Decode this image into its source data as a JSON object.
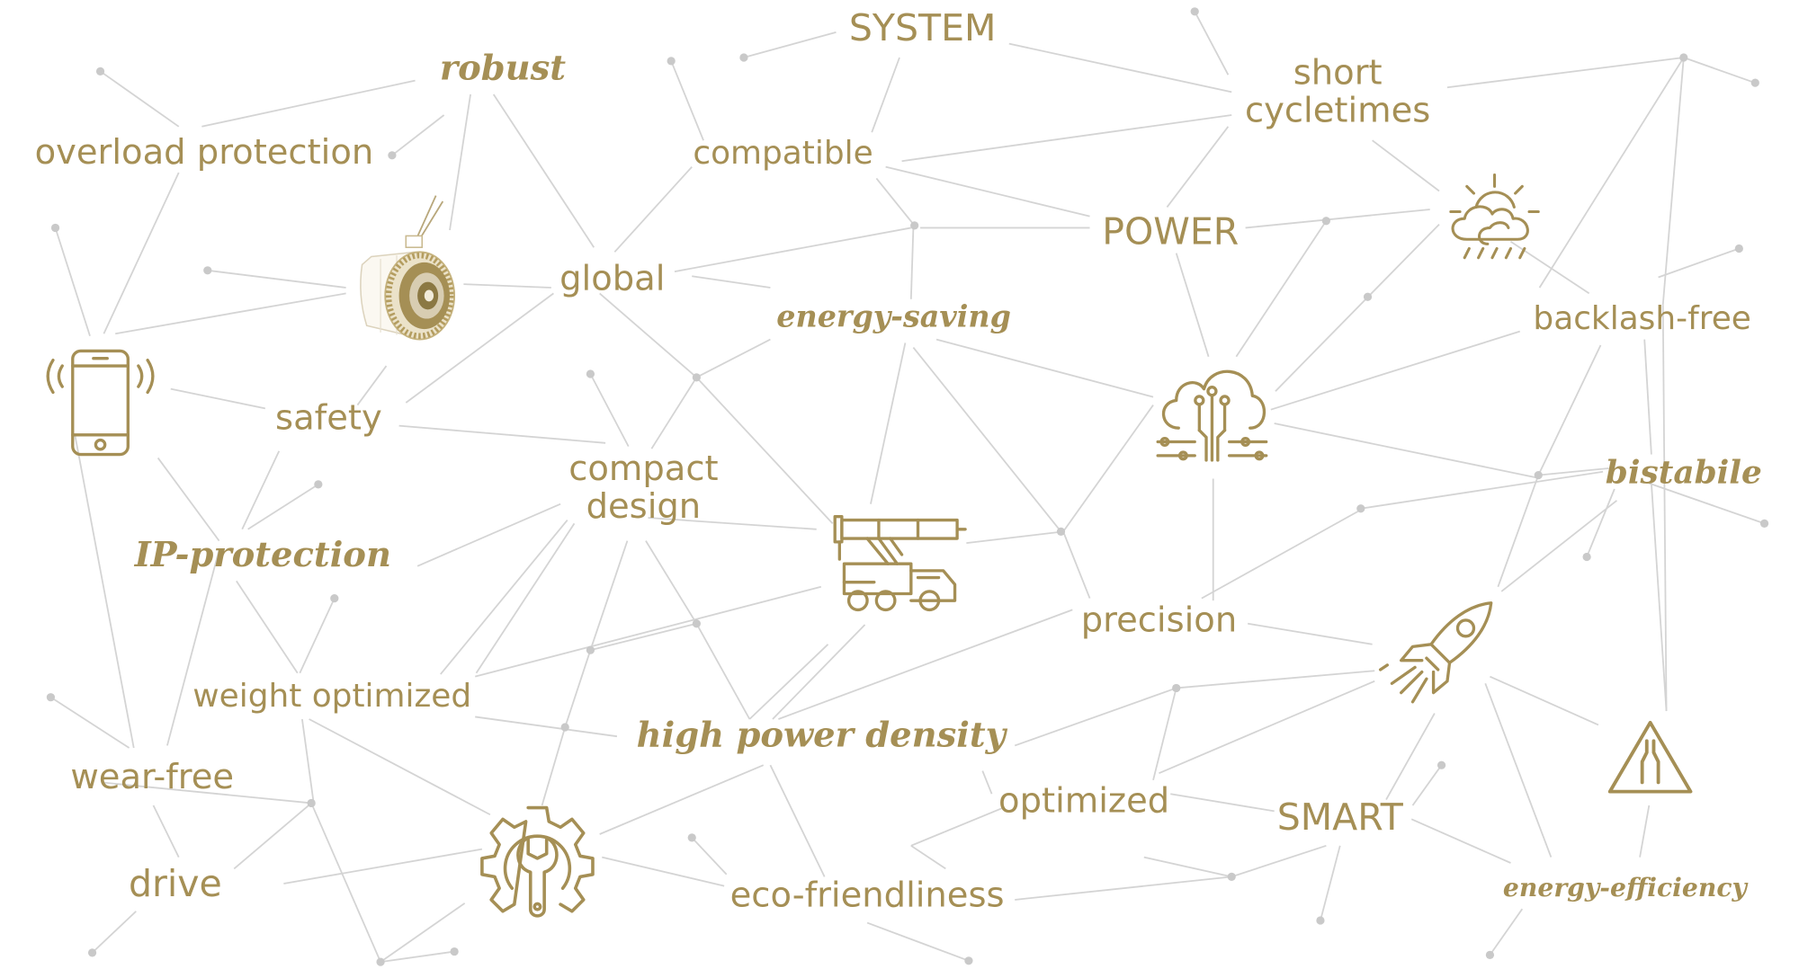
{
  "keywords": {
    "system": "SYSTEM",
    "robust": "robust",
    "short_cycletimes": "short\ncycletimes",
    "overload_protection": "overload protection",
    "compatible": "compatible",
    "power": "POWER",
    "global": "global",
    "energy_saving": "energy-saving",
    "backlash_free": "backlash-free",
    "safety": "safety",
    "compact_design": "compact\ndesign",
    "bistabile": "bistabile",
    "ip_protection": "IP-protection",
    "precision": "precision",
    "weight_optimized": "weight optimized",
    "high_power_density": "high power density",
    "wear_free": "wear-free",
    "optimized": "optimized",
    "smart": "SMART",
    "drive": "drive",
    "eco_friendliness": "eco-friendliness",
    "energy_efficiency": "energy-efficiency"
  },
  "colors": {
    "accent": "#a58f55",
    "line": "#d4d4d4",
    "dot": "#c9c9c9"
  },
  "icons": [
    "smartphone-icon",
    "brake-device-icon",
    "cloud-circuit-icon",
    "weather-icon",
    "crane-truck-icon",
    "rocket-icon",
    "road-narrows-sign-icon",
    "gear-wrench-icon"
  ]
}
